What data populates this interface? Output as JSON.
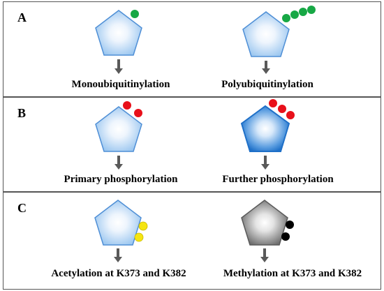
{
  "panels": [
    {
      "letter": "A",
      "items": [
        {
          "caption": "Monoubiquitinylation",
          "protein_fill": "blue-light",
          "modification": "ubiquitin",
          "modification_color": "#17a845",
          "count": 1
        },
        {
          "caption": "Polyubiquitinylation",
          "protein_fill": "blue-light",
          "modification": "ubiquitin",
          "modification_color": "#17a845",
          "count": 4
        }
      ]
    },
    {
      "letter": "B",
      "items": [
        {
          "caption": "Primary phosphorylation",
          "protein_fill": "blue-light",
          "modification": "phosphate",
          "modification_color": "#e8101a",
          "count": 2
        },
        {
          "caption": "Further phosphorylation",
          "protein_fill": "blue-dark",
          "modification": "phosphate",
          "modification_color": "#e8101a",
          "count": 3
        }
      ]
    },
    {
      "letter": "C",
      "items": [
        {
          "caption": "Acetylation at K373 and K382",
          "protein_fill": "blue-light",
          "modification": "acetyl",
          "modification_color": "#f5e512",
          "count": 2
        },
        {
          "caption": "Methylation at K373 and K382",
          "protein_fill": "gray",
          "modification": "methyl",
          "modification_color": "#000000",
          "count": 2
        }
      ]
    }
  ],
  "colors": {
    "protein_stroke": "#4f8fd6",
    "arrow": "#595959",
    "border": "#555555"
  }
}
